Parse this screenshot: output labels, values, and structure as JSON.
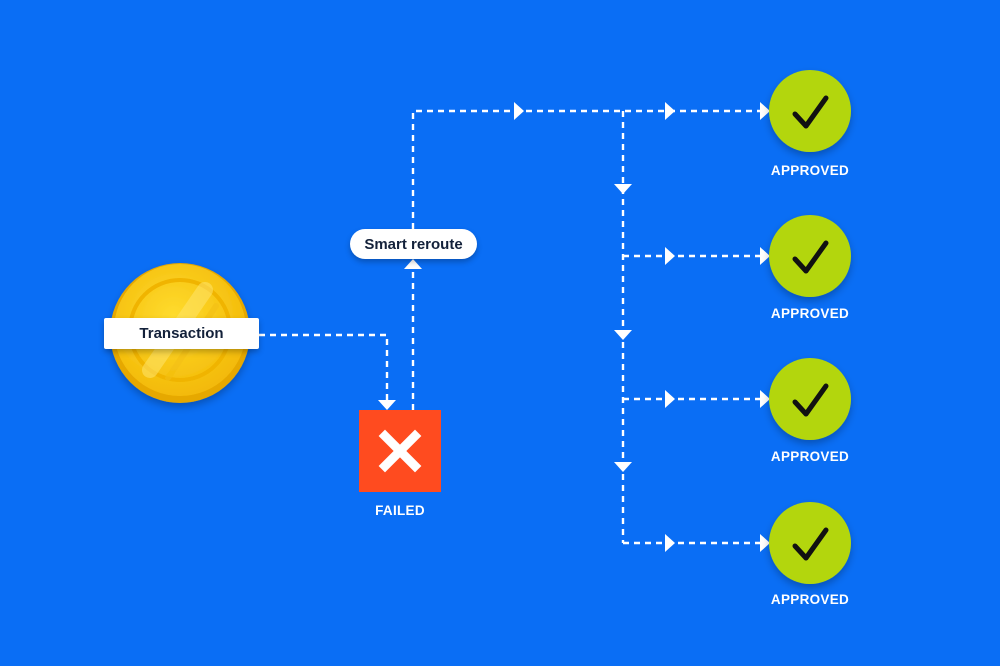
{
  "transaction": {
    "label": "Transaction"
  },
  "reroute": {
    "label": "Smart reroute"
  },
  "failed": {
    "label": "FAILED"
  },
  "approved": [
    {
      "label": "APPROVED"
    },
    {
      "label": "APPROVED"
    },
    {
      "label": "APPROVED"
    },
    {
      "label": "APPROVED"
    }
  ],
  "colors": {
    "background": "#0a6ef5",
    "coin": "#f5c518",
    "failed": "#ff4b1f",
    "approved": "#b3d60a",
    "connector": "#ffffff"
  },
  "icons": {
    "coin": "coin-icon",
    "failed": "close-icon",
    "approved": "checkmark-icon"
  }
}
